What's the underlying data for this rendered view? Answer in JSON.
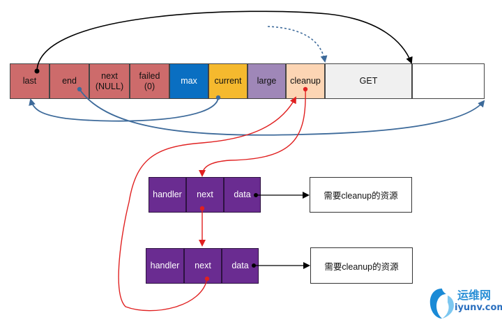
{
  "pool_row": {
    "cells": [
      {
        "id": "last",
        "label": "last",
        "color": "#cd6b6b"
      },
      {
        "id": "end",
        "label": "end",
        "color": "#cd6b6b"
      },
      {
        "id": "next",
        "label": "next\n(NULL)",
        "color": "#cd6b6b"
      },
      {
        "id": "failed",
        "label": "failed\n(0)",
        "color": "#cd6b6b"
      },
      {
        "id": "max",
        "label": "max",
        "color": "#0a6fc2"
      },
      {
        "id": "current",
        "label": "current",
        "color": "#f5b92e"
      },
      {
        "id": "large",
        "label": "large",
        "color": "#9f87b8"
      },
      {
        "id": "cleanup",
        "label": "cleanup",
        "color": "#fcd5b4"
      },
      {
        "id": "get",
        "label": "GET",
        "color": "#f0f0f0"
      },
      {
        "id": "free",
        "label": "",
        "color": "#ffffff"
      }
    ]
  },
  "cleanup_nodes": [
    {
      "cells": [
        {
          "id": "handler",
          "label": "handler"
        },
        {
          "id": "next",
          "label": "next"
        },
        {
          "id": "data",
          "label": "data"
        }
      ],
      "resource": "需要cleanup的资源"
    },
    {
      "cells": [
        {
          "id": "handler",
          "label": "handler"
        },
        {
          "id": "next",
          "label": "next"
        },
        {
          "id": "data",
          "label": "data"
        }
      ],
      "resource": "需要cleanup的资源"
    }
  ],
  "colors": {
    "node_fill": "#6a2c91",
    "pointer_red": "#e02020",
    "pointer_blue": "#3d6a9a",
    "pointer_black": "#000000"
  },
  "watermark": {
    "cn": "运维网",
    "url": "iyunv.com"
  }
}
